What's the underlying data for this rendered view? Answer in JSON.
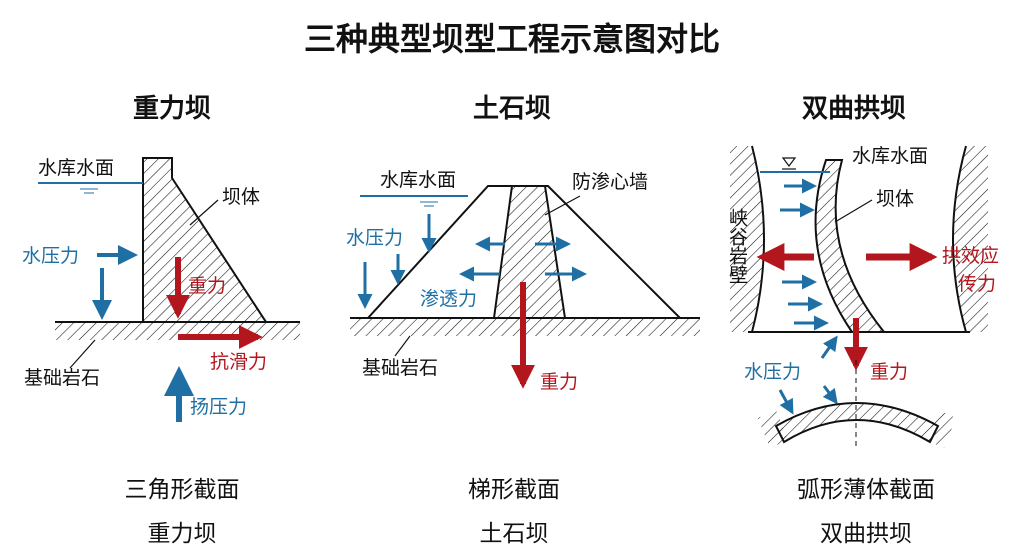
{
  "title": "三种典型坝型工程示意图对比",
  "panels": [
    {
      "heading": "重力坝",
      "labels": {
        "reservoir": "水库水面",
        "dam_body": "坝体",
        "water_pressure": "水压力",
        "gravity": "重力",
        "anti_slide": "抗滑力",
        "uplift": "扬压力",
        "bedrock": "基础岩石"
      },
      "caption_shape": "三角形截面",
      "caption_name": "重力坝"
    },
    {
      "heading": "土石坝",
      "labels": {
        "reservoir": "水库水面",
        "core_wall": "防渗心墙",
        "water_pressure": "水压力",
        "seepage": "渗透力",
        "bedrock": "基础岩石",
        "gravity": "重力"
      },
      "caption_shape": "梯形截面",
      "caption_name": "土石坝"
    },
    {
      "heading": "双曲拱坝",
      "labels": {
        "reservoir": "水库水面",
        "dam_body": "坝体",
        "canyon_wall": "峡谷岩壁",
        "arch_thrust_1": "拱效应",
        "arch_thrust_2": "传力",
        "water_pressure": "水压力",
        "gravity": "重力"
      },
      "caption_shape": "弧形薄体截面",
      "caption_name": "双曲拱坝"
    }
  ],
  "colors": {
    "blue": "#1f6fa5",
    "red": "#b3161c",
    "ink": "#111111"
  }
}
